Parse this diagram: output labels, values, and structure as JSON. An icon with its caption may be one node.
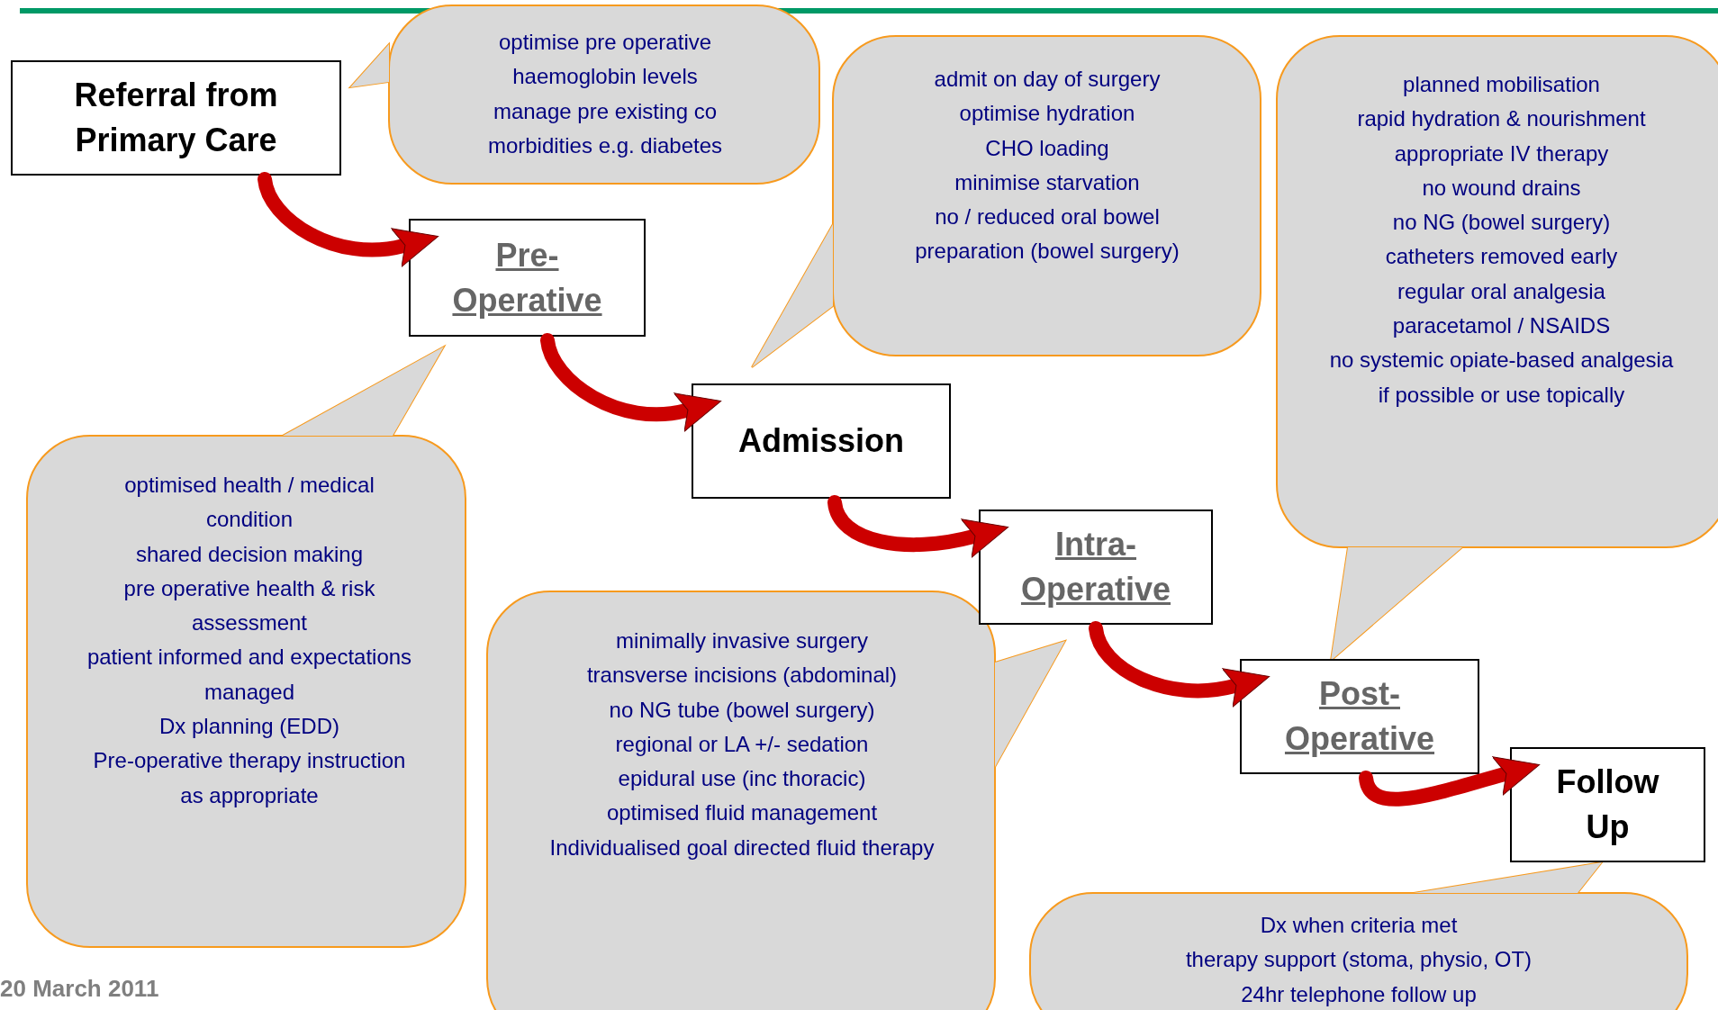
{
  "diagram": {
    "nodes": [
      {
        "text": [
          "Referral from Primary Care"
        ]
      },
      {
        "text": [
          "Pre-Operative"
        ]
      },
      {
        "text": [
          "Admission"
        ]
      },
      {
        "text": [
          "Intra-Operative"
        ]
      },
      {
        "text": [
          "Post-Operative"
        ]
      },
      {
        "text": [
          "Follow Up"
        ]
      },
      {
        "text": [
          "optimise pre operative haemoglobin levels",
          "manage pre existing co morbidities e.g. diabetes"
        ]
      },
      {
        "text": [
          "admit on day of surgery",
          "optimise hydration",
          "CHO loading",
          "minimise starvation",
          "no / reduced oral bowel preparation (bowel surgery)"
        ]
      },
      {
        "text": [
          "planned mobilisation",
          "rapid hydration & nourishment",
          "appropriate IV therapy",
          "no wound drains",
          "no NG (bowel surgery)",
          "catheters removed early",
          "regular oral analgesia",
          "paracetamol / NSAIDS",
          "no systemic opiate-based analgesia if possible or use topically"
        ]
      },
      {
        "text": [
          "optimised health / medical condition",
          "shared decision making",
          "pre operative health & risk assessment",
          "patient informed and expectations managed",
          "Dx planning (EDD)",
          "Pre-operative therapy instruction as appropriate"
        ]
      },
      {
        "text": [
          "minimally invasive surgery",
          "transverse incisions (abdominal)",
          "no NG tube (bowel surgery)",
          "regional or LA +/- sedation",
          "epidural use (inc thoracic)",
          "optimised fluid management",
          "Individualised goal directed fluid therapy"
        ]
      },
      {
        "text": [
          "Dx when criteria met",
          "therapy support (stoma, physio, OT)",
          "24hr telephone follow up"
        ]
      }
    ],
    "edges": [
      {
        "from": 0,
        "to": 1,
        "arrow": "to"
      },
      {
        "from": 1,
        "to": 2,
        "arrow": "to"
      },
      {
        "from": 2,
        "to": 3,
        "arrow": "to"
      },
      {
        "from": 3,
        "to": 4,
        "arrow": "to"
      },
      {
        "from": 4,
        "to": 5,
        "arrow": "to"
      }
    ],
    "labels": [
      "20 March 2011"
    ]
  }
}
